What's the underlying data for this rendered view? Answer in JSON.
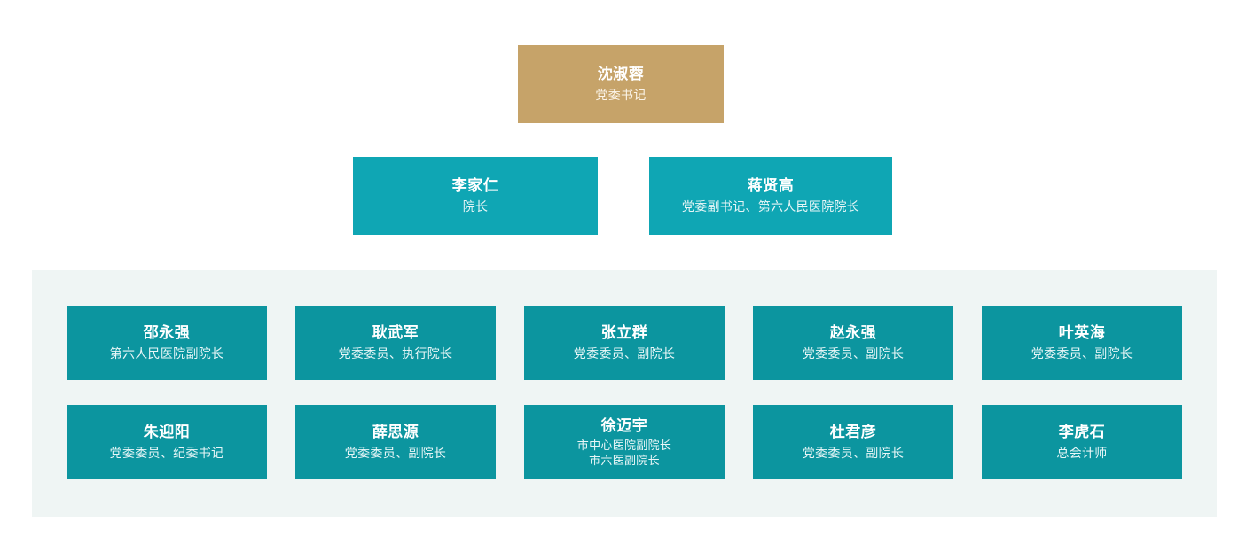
{
  "colors": {
    "top_box": "#c6a369",
    "level_two_box": "#0fa6b4",
    "member_box": "#0c959f",
    "panel_background": "#eff5f4",
    "page_background": "#ffffff",
    "name_text": "#ffffff",
    "title_text": "#e8f6f7"
  },
  "levels": {
    "top": {
      "name": "沈淑蓉",
      "title": "党委书记"
    },
    "second": [
      {
        "name": "李家仁",
        "title": "院长"
      },
      {
        "name": "蒋贤高",
        "title": "党委副书记、第六人民医院院长"
      }
    ],
    "members": [
      {
        "name": "邵永强",
        "title": "第六人民医院副院长"
      },
      {
        "name": "耿武军",
        "title": "党委委员、执行院长"
      },
      {
        "name": "张立群",
        "title": "党委委员、副院长"
      },
      {
        "name": "赵永强",
        "title": "党委委员、副院长"
      },
      {
        "name": "叶英海",
        "title": "党委委员、副院长"
      },
      {
        "name": "朱迎阳",
        "title": "党委委员、纪委书记"
      },
      {
        "name": "薛思源",
        "title": "党委委员、副院长"
      },
      {
        "name": "徐迈宇",
        "title_line1": "市中心医院副院长",
        "title_line2": "市六医副院长"
      },
      {
        "name": "杜君彦",
        "title": "党委委员、副院长"
      },
      {
        "name": "李虎石",
        "title": "总会计师"
      }
    ]
  }
}
